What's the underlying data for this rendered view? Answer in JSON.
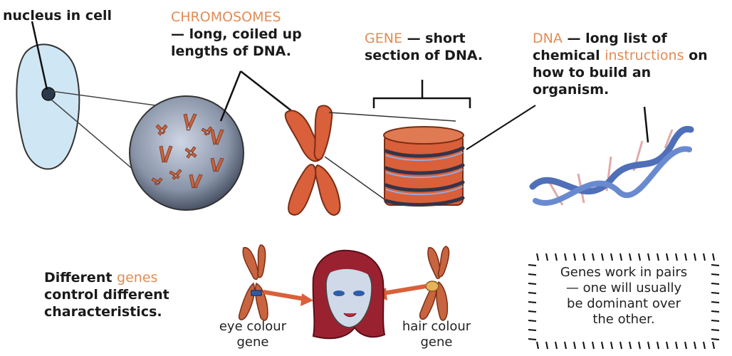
{
  "labels": {
    "nucleus": "nucleus in cell",
    "chromosomes_term": "CHROMOSOMES",
    "chromosomes_desc_1": "— long, coiled up",
    "chromosomes_desc_2": "lengths of DNA.",
    "gene_term": "GENE",
    "gene_desc_1": " — short",
    "gene_desc_2": "section of DNA.",
    "dna_term": "DNA",
    "dna_desc_1": " — long list of",
    "dna_desc_2a": "chemical ",
    "dna_desc_2b": "instructions",
    "dna_desc_2c": " on",
    "dna_desc_3": "how to build an organism."
  },
  "bottom": {
    "different_1a": "Different ",
    "different_1b": "genes",
    "different_2": "control different",
    "different_3": "characteristics.",
    "eye_1": "eye colour",
    "eye_2": "gene",
    "hair_1": "hair colour",
    "hair_2": "gene"
  },
  "note": {
    "line1": "Genes work in pairs",
    "line2": "— one will usually",
    "line3": "be dominant over",
    "line4": "the other."
  },
  "colors": {
    "chromosome": "#d9603a",
    "accent_text": "#e08c56",
    "cell": "#cfe6f5",
    "dna_blue": "#4f6fb8"
  }
}
